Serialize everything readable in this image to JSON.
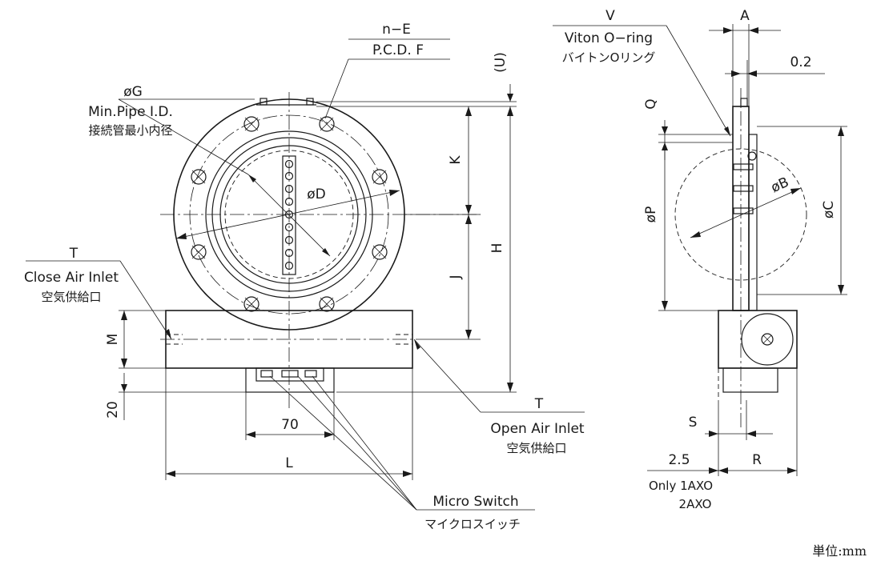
{
  "labels": {
    "ne": "n−E",
    "pcd": "P.C.D. F",
    "u": "(U)",
    "g": "øG",
    "min_pipe": "Min.Pipe I.D.",
    "min_pipe_jp": "接続管最小内径",
    "d": "øD",
    "k": "K",
    "j": "J",
    "h": "H",
    "m": "M",
    "twenty": "20",
    "seventy": "70",
    "l": "L",
    "t_close": "T",
    "close_air": "Close Air Inlet",
    "close_air_jp": "空気供給口",
    "t_open": "T",
    "open_air": "Open Air Inlet",
    "open_air_jp": "空気供給口",
    "micro_switch": "Micro Switch",
    "micro_switch_jp": "マイクロスイッチ",
    "v": "V",
    "viton": "Viton O−ring",
    "viton_jp": "バイトンOリング",
    "a": "A",
    "zero_two": "0.2",
    "q": "Q",
    "p": "øP",
    "b": "øB",
    "c": "øC",
    "s": "S",
    "two_five": "2.5",
    "r": "R",
    "only": "Only 1AXO",
    "two_axo": "2AXO",
    "unit": "単位:mm"
  }
}
